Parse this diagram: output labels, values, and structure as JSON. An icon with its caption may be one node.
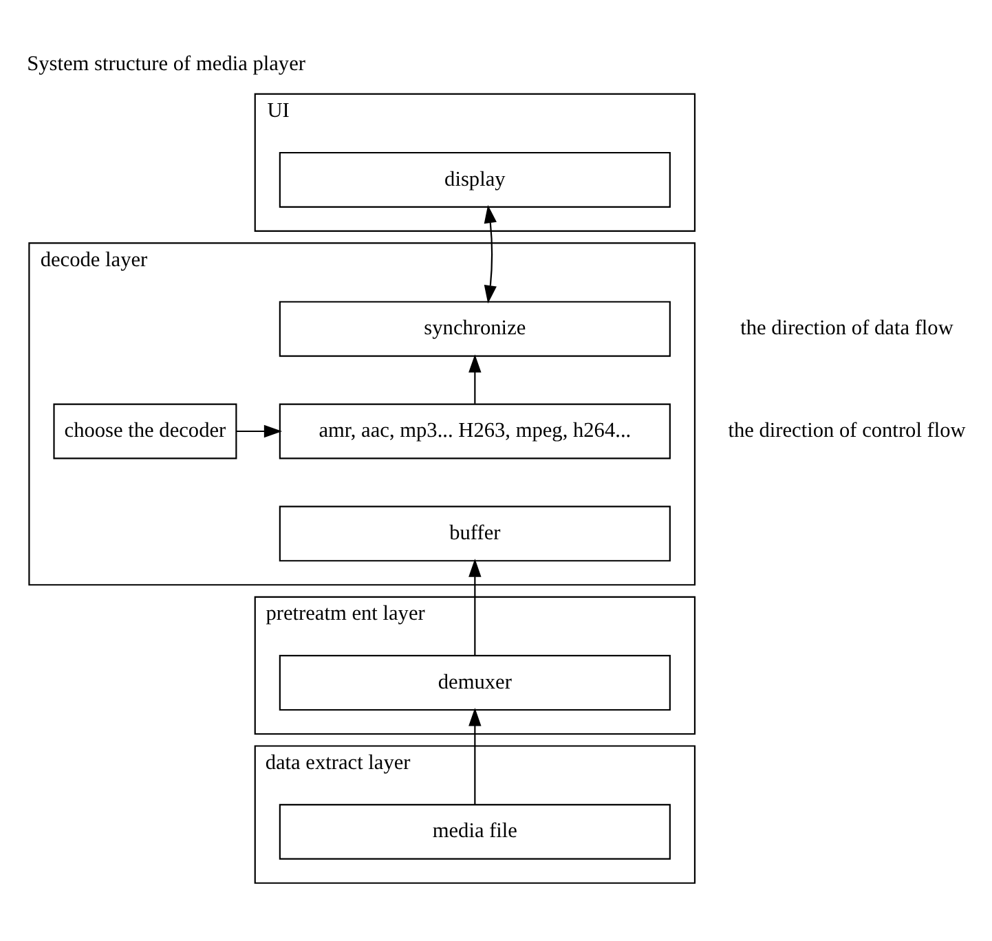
{
  "diagram": {
    "title": "System structure of media player",
    "nodes": [
      {
        "text": [
          "UI"
        ]
      },
      {
        "text": [
          "display"
        ],
        "in": 0
      },
      {
        "text": [
          "decode layer"
        ]
      },
      {
        "text": [
          "synchronize"
        ],
        "in": 2
      },
      {
        "text": [
          "choose the decoder"
        ],
        "in": 2
      },
      {
        "text": [
          "amr, aac, mp3... H263, mpeg, h264..."
        ],
        "in": 2
      },
      {
        "text": [
          "buffer"
        ],
        "in": 2
      },
      {
        "text": [
          "pretreatm ent layer"
        ]
      },
      {
        "text": [
          "demuxer"
        ],
        "in": 7
      },
      {
        "text": [
          "data extract layer"
        ]
      },
      {
        "text": [
          "media file"
        ],
        "in": 9
      }
    ],
    "edges": [
      {
        "from": 1,
        "to": 3,
        "arrow": "both"
      },
      {
        "from": 5,
        "to": 3,
        "arrow": "to"
      },
      {
        "from": 4,
        "to": 5,
        "arrow": "to"
      },
      {
        "from": 8,
        "to": 6,
        "arrow": "to"
      },
      {
        "from": 10,
        "to": 8,
        "arrow": "to"
      }
    ],
    "legend": [
      {
        "text": "the direction of data flow"
      },
      {
        "text": "the direction of control flow"
      }
    ]
  }
}
